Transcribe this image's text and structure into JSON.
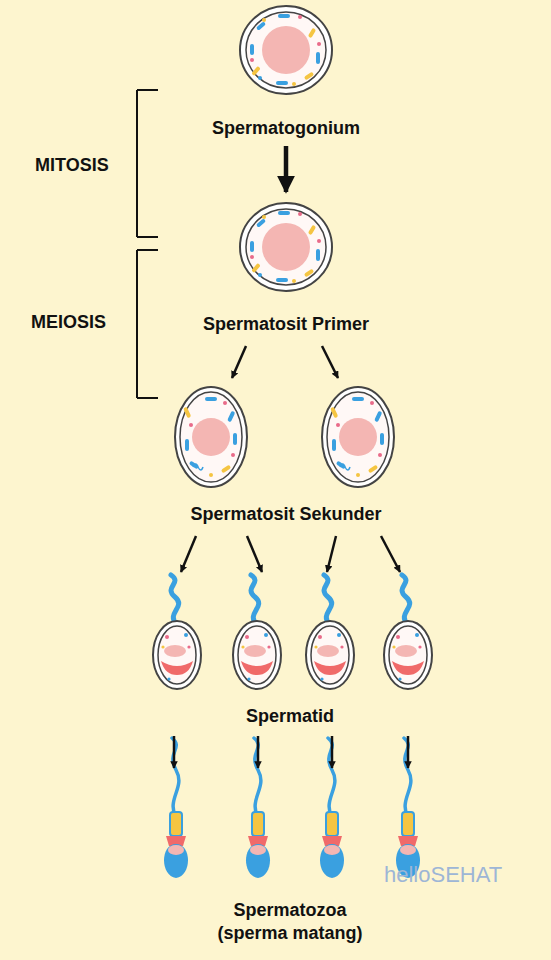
{
  "diagram": {
    "nodes": [
      {
        "text": [
          "Spermatogonium"
        ]
      },
      {
        "text": [
          "Spermatosit Primer"
        ]
      },
      {
        "text": [
          "Spermatosit Sekunder"
        ]
      },
      {
        "text": [
          "Spermatid"
        ]
      },
      {
        "text": [
          "Spermatozoa (sperma matang)"
        ]
      }
    ],
    "edges": [
      {
        "from": 0,
        "to": 1,
        "arrow": "to"
      },
      {
        "from": 1,
        "to": 2,
        "arrow": "to"
      },
      {
        "from": 1,
        "to": 2,
        "arrow": "to"
      },
      {
        "from": 2,
        "to": 3,
        "arrow": "to"
      },
      {
        "from": 2,
        "to": 3,
        "arrow": "to"
      },
      {
        "from": 2,
        "to": 3,
        "arrow": "to"
      },
      {
        "from": 2,
        "to": 3,
        "arrow": "to"
      },
      {
        "from": 3,
        "to": 4,
        "arrow": "to"
      },
      {
        "from": 3,
        "to": 4,
        "arrow": "to"
      },
      {
        "from": 3,
        "to": 4,
        "arrow": "to"
      },
      {
        "from": 3,
        "to": 4,
        "arrow": "to"
      }
    ],
    "labels": [
      "MITOSIS",
      "MEIOSIS",
      "helloSEHAT"
    ]
  }
}
